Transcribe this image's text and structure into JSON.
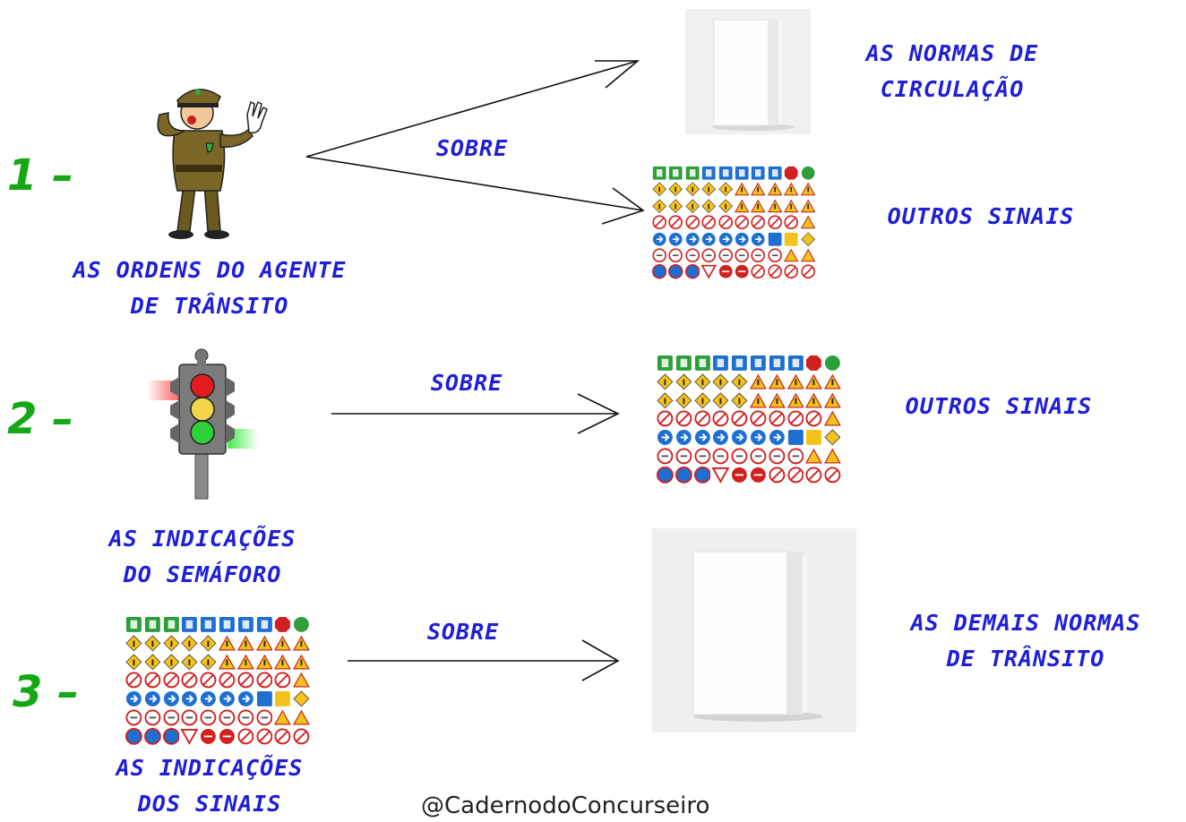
{
  "rules": [
    {
      "number": "1 –",
      "source": [
        "AS ORDENS DO AGENTE",
        "DE TRÂNSITO"
      ],
      "over_label": "SOBRE",
      "targets": [
        {
          "label": [
            "AS NORMAS DE",
            "CIRCULAÇÃO"
          ],
          "icon": "book-icon"
        },
        {
          "label": [
            "OUTROS SINAIS"
          ],
          "icon": "traffic-signs-icon"
        }
      ],
      "source_icon": "traffic-officer-icon"
    },
    {
      "number": "2 –",
      "source": [
        "AS INDICAÇÕES",
        "DO SEMÁFORO"
      ],
      "over_label": "SOBRE",
      "targets": [
        {
          "label": [
            "OUTROS SINAIS"
          ],
          "icon": "traffic-signs-icon"
        }
      ],
      "source_icon": "traffic-light-icon"
    },
    {
      "number": "3 –",
      "source": [
        "AS INDICAÇÕES",
        "DOS SINAIS"
      ],
      "over_label": "SOBRE",
      "targets": [
        {
          "label": [
            "AS DEMAIS NORMAS",
            "DE TRÂNSITO"
          ],
          "icon": "book-icon"
        }
      ],
      "source_icon": "traffic-signs-icon"
    }
  ],
  "credit": "@CadernodoConcurseiro",
  "colors": {
    "label": "#1f1fd6",
    "number": "#14a814"
  }
}
